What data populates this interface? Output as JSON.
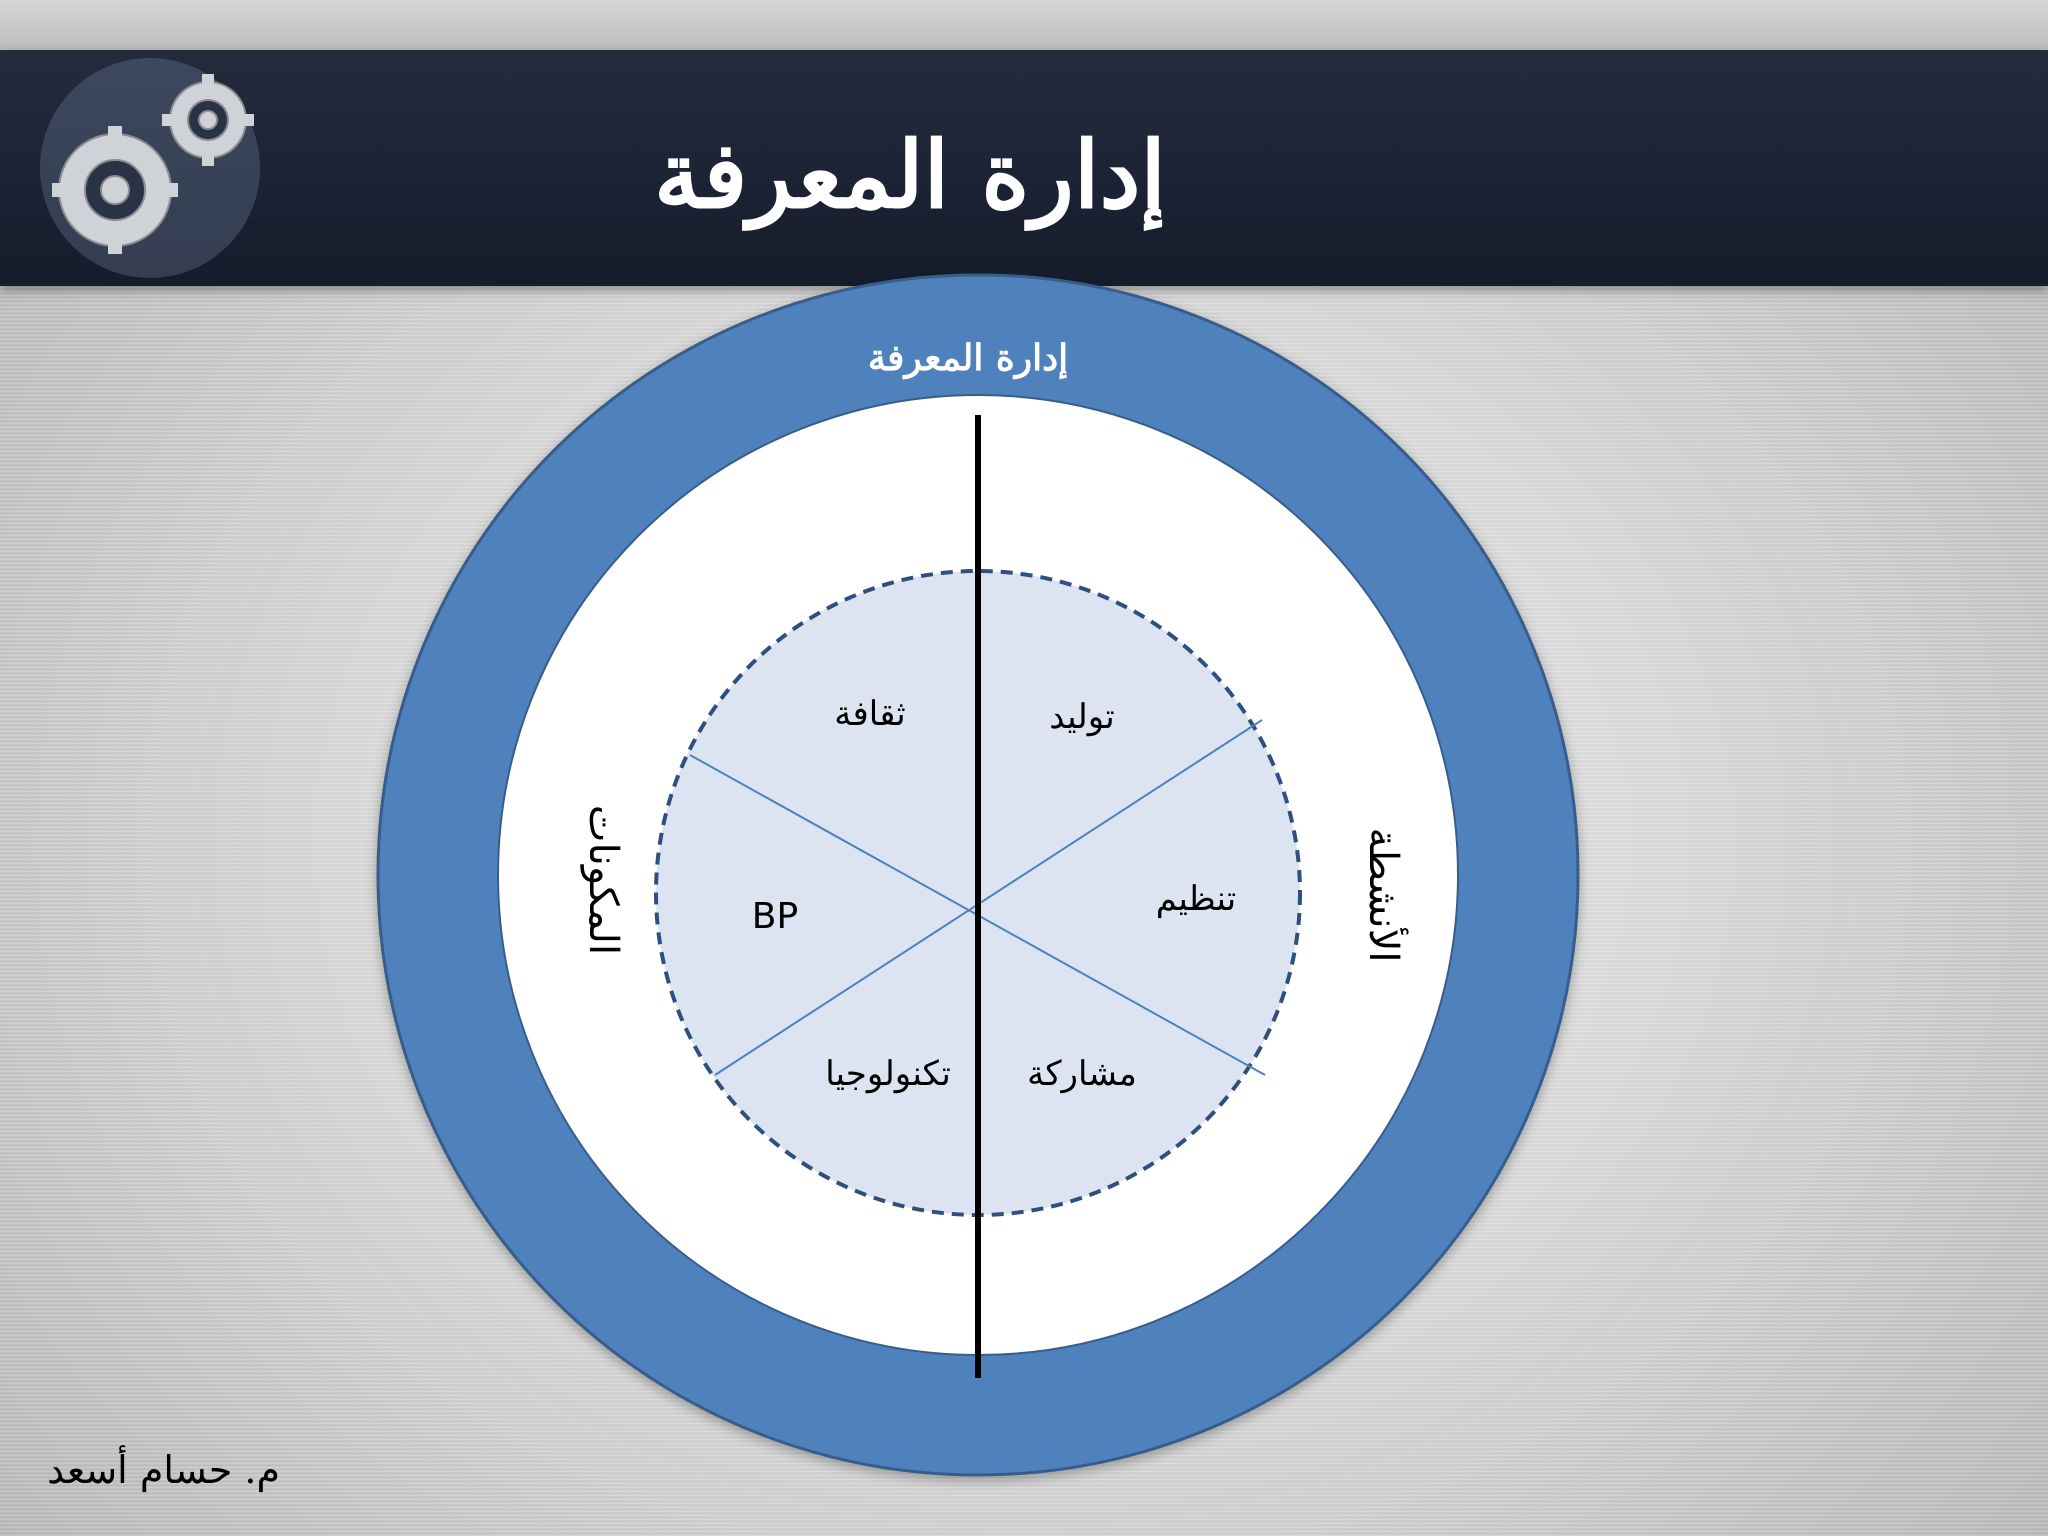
{
  "title": "إدارة المعرفة",
  "diagram": {
    "outer_ring_label": "إدارة المعرفة",
    "left_label": "المكونات",
    "right_label": "الأنشطة",
    "segments": {
      "top_left": "ثقافة",
      "middle_left": "BP",
      "bottom_left": "تكنولوجيا",
      "top_right": "توليد",
      "middle_right": "تنظيم",
      "bottom_right": "مشاركة"
    }
  },
  "author": "م. حسام أسعد",
  "colors": {
    "title_bar": "#1a2233",
    "outer_ring": "#4f81bd",
    "inner_fill": "#dce4f1",
    "dashed_border": "#2f4f7f"
  }
}
